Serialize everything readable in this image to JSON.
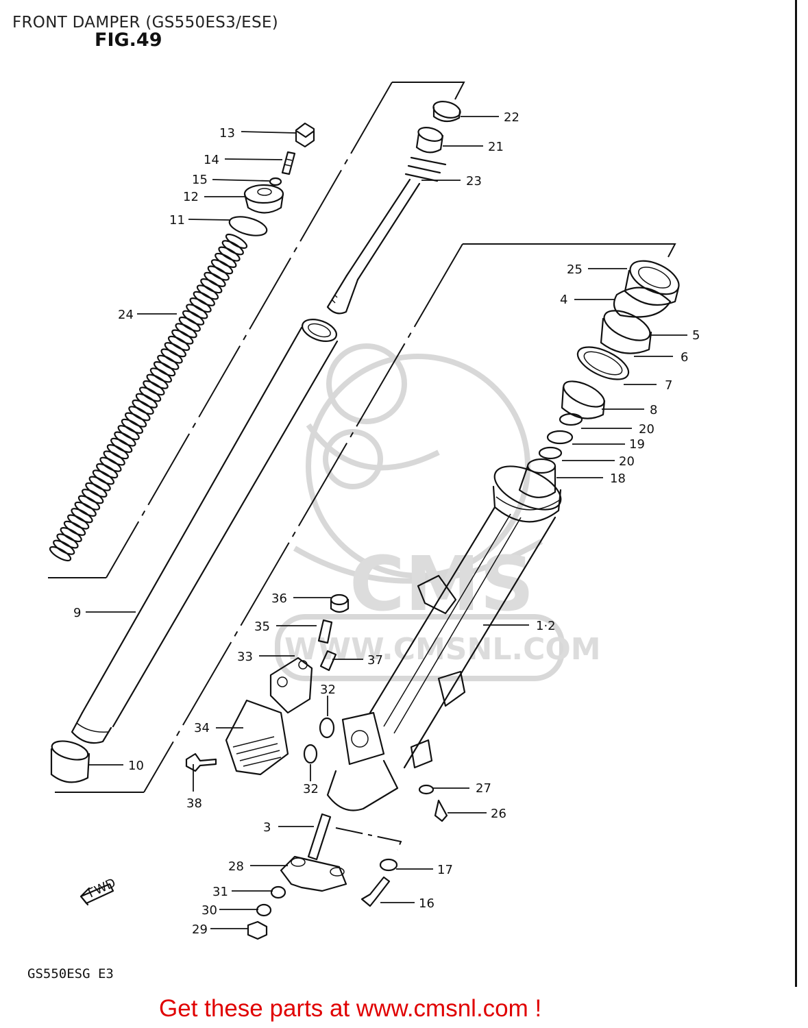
{
  "header": {
    "title": "FRONT DAMPER (GS550ES3/ESE)",
    "fig_label": "FIG.49"
  },
  "footer": {
    "model_code": "GS550ESG E3",
    "cta": "Get these parts at www.cmsnl.com !"
  },
  "watermark": {
    "brand": "CMS",
    "url": "WWW.CMSNL.COM"
  },
  "direction_label": "FWD",
  "callouts": [
    "13",
    "14",
    "15",
    "12",
    "11",
    "24",
    "9",
    "10",
    "22",
    "21",
    "23",
    "25",
    "4",
    "5",
    "6",
    "7",
    "8",
    "20",
    "19",
    "20",
    "18",
    "1·2",
    "36",
    "35",
    "33",
    "37",
    "32",
    "34",
    "38",
    "32",
    "27",
    "26",
    "3",
    "28",
    "17",
    "31",
    "16",
    "30",
    "29"
  ],
  "colors": {
    "line_art": "#111111",
    "cta_text": "#e00000",
    "watermark": "#d8d8d8"
  }
}
